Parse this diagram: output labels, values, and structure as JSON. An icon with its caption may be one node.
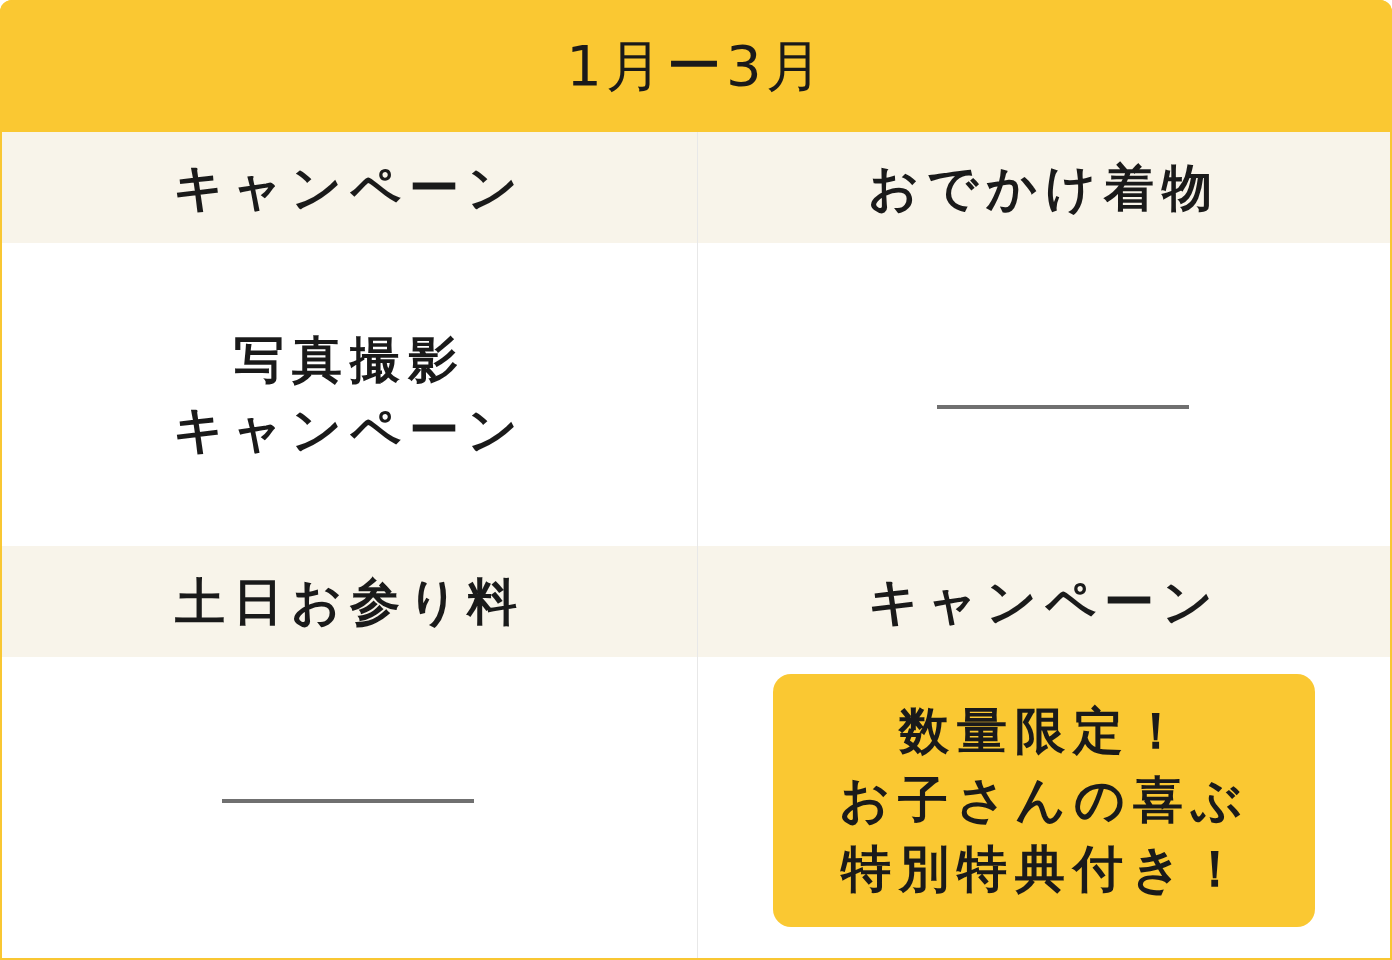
{
  "diagram": {
    "title": "1月ー3月",
    "nodes": [
      {
        "text": [
          "数量限定！お子さんの喜ぶ特別特典付き！"
        ]
      }
    ],
    "labels": [
      "キャンペーン",
      "おでかけ着物",
      "写真撮影キャンペーン",
      "土日お参り料",
      "キャンペーン"
    ]
  }
}
